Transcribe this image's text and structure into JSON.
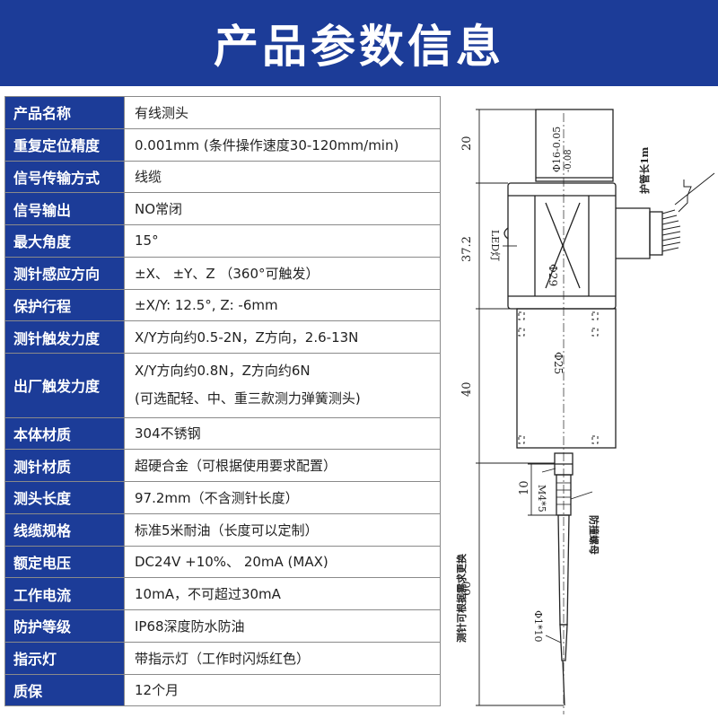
{
  "header": {
    "title": "产品参数信息"
  },
  "specs": [
    {
      "label": "产品名称",
      "value": "有线测头"
    },
    {
      "label": "重复定位精度",
      "value": "0.001mm (条件操作速度30-120mm/min)"
    },
    {
      "label": "信号传输方式",
      "value": "线缆"
    },
    {
      "label": "信号输出",
      "value": "NO常闭"
    },
    {
      "label": "最大角度",
      "value": "15°"
    },
    {
      "label": "测针感应方向",
      "value": "±X、 ±Y、Z （360°可触发）"
    },
    {
      "label": "保护行程",
      "value": "±X/Y: 12.5°, Z: -6mm"
    },
    {
      "label": "测针触发力度",
      "value": "X/Y方向约0.5-2N，Z方向，2.6-13N"
    },
    {
      "label": "出厂触发力度",
      "value": "X/Y方向约0.8N，Z方向约6N",
      "value2": "(可选配轻、中、重三款测力弹簧测头)"
    },
    {
      "label": "本体材质",
      "value": "304不锈钢"
    },
    {
      "label": "测针材质",
      "value": "超硬合金（可根据使用要求配置）"
    },
    {
      "label": "测头长度",
      "value": "97.2mm（不含测针长度）"
    },
    {
      "label": "线缆规格",
      "value": "标准5米耐油（长度可以定制）"
    },
    {
      "label": "额定电压",
      "value": "DC24V +10%、 20mA (MAX)"
    },
    {
      "label": "工作电流",
      "value": "10mA，不可超过30mA"
    },
    {
      "label": "防护等级",
      "value": "IP68深度防水防油"
    },
    {
      "label": "指示灯",
      "value": "带指示灯（工作时闪烁红色）"
    },
    {
      "label": "质保",
      "value": "12个月"
    }
  ],
  "drawing": {
    "dim_top": "20",
    "dim_body": "37.2",
    "dim_lower": "40",
    "dim_tip": "10",
    "dim_stylus": "60",
    "shank_dia": "Φ16-0.05",
    "shank_tol": "-0.08",
    "body_dia": "Φ29",
    "lower_dia": "Φ25",
    "tip_dia": "Φ1*10",
    "thread": "M4*5",
    "led_label": "LED灯",
    "cable_label": "护管长1m",
    "nut_label": "防撞螺母",
    "stylus_note": "测针可根据需求更换"
  }
}
